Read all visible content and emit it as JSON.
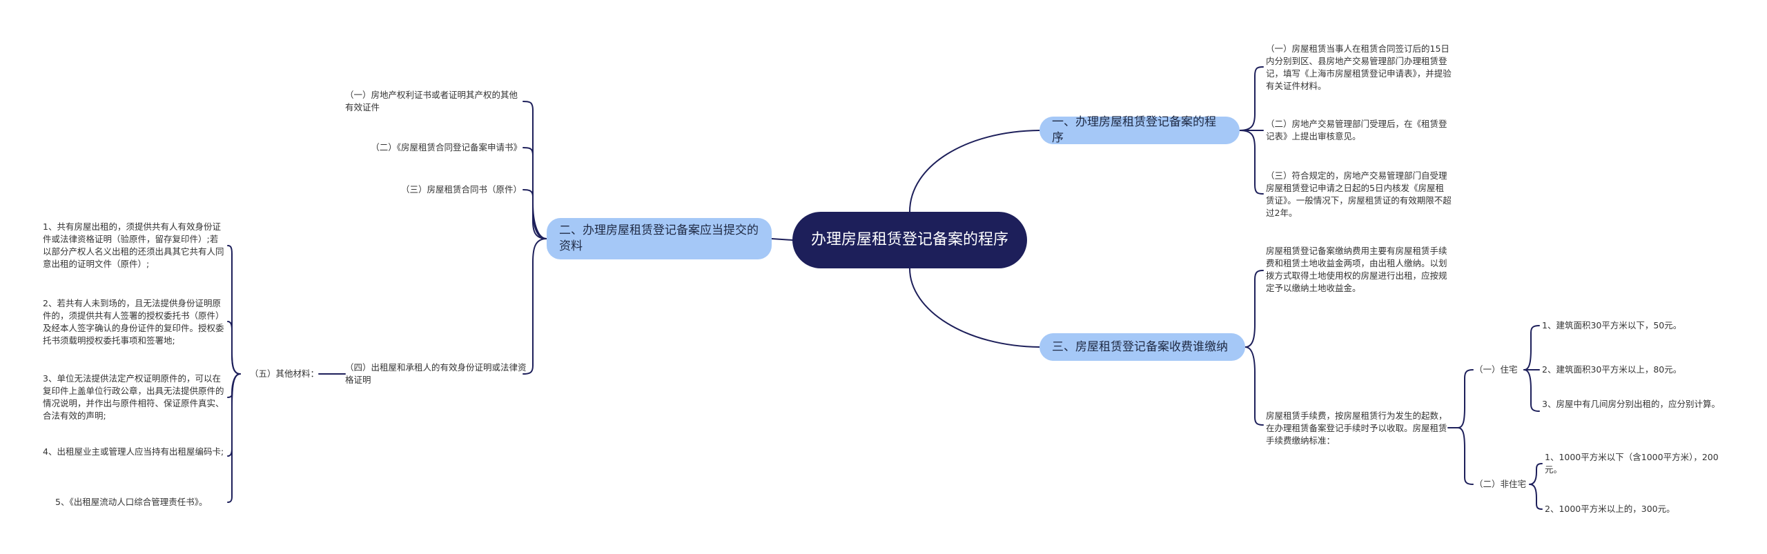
{
  "colors": {
    "root_bg": "#1d1f5a",
    "branch_bg": "#a5c8f7",
    "line": "#1d1f5a"
  },
  "root": {
    "title": "办理房屋租赁登记备案的程序"
  },
  "branches": {
    "procedure": {
      "label": "一、办理房屋租赁登记备案的程序",
      "items": [
        "（一）房屋租赁当事人在租赁合同签订后的15日内分别到区、县房地产交易管理部门办理租赁登记，填写《上海市房屋租赁登记申请表》，并提验有关证件材料。",
        "（二）房地产交易管理部门受理后，在《租赁登记表》上提出审核意见。",
        "（三）符合规定的，房地产交易管理部门自受理房屋租赁登记申请之日起的5日内核发《房屋租赁证》。一般情况下，房屋租赁证的有效期限不超过2年。"
      ]
    },
    "materials": {
      "label": "二、办理房屋租赁登记备案应当提交的资料",
      "items": [
        "（一）房地产权利证书或者证明其产权的其他有效证件",
        "（二）《房屋租赁合同登记备案申请书》",
        "（三）房屋租赁合同书（原件）",
        "（四）出租屋和承租人的有效身份证明或法律资格证明"
      ],
      "other": {
        "label": "（五）其他材料：",
        "items": [
          "1、共有房屋出租的，须提供共有人有效身份证件或法律资格证明（验原件，留存复印件）;若以部分产权人名义出租的还须出具其它共有人同意出租的证明文件（原件）;",
          "2、若共有人未到场的，且无法提供身份证明原件的，须提供共有人签署的授权委托书（原件）及经本人签字确认的身份证件的复印件。授权委托书须载明授权委托事项和签署地;",
          "3、单位无法提供法定产权证明原件的，可以在复印件上盖单位行政公章，出具无法提供原件的情况说明，并作出与原件相符、保证原件真实、合法有效的声明;",
          "4、出租屋业主或管理人应当持有出租屋编码卡;",
          "5、《出租屋流动人口综合管理责任书》。"
        ]
      }
    },
    "fees": {
      "label": "三、房屋租赁登记备案收费谁缴纳",
      "intro": "房屋租赁登记备案缴纳费用主要有房屋租赁手续费和租赁土地收益金两项，由出租人缴纳。以划拨方式取得土地使用权的房屋进行出租，应按规定予以缴纳土地收益金。",
      "handling": "房屋租赁手续费，按房屋租赁行为发生的起数，在办理租赁备案登记手续时予以收取。房屋租赁手续费缴纳标准：",
      "residential": {
        "label": "（一）住宅",
        "items": [
          "1、建筑面积30平方米以下，50元。",
          "2、建筑面积30平方米以上，80元。",
          "3、房屋中有几间房分别出租的，应分别计算。"
        ]
      },
      "nonresidential": {
        "label": "（二）非住宅",
        "items": [
          "1、1000平方米以下（含1000平方米），200元。",
          "2、1000平方米以上的，300元。"
        ]
      }
    }
  }
}
